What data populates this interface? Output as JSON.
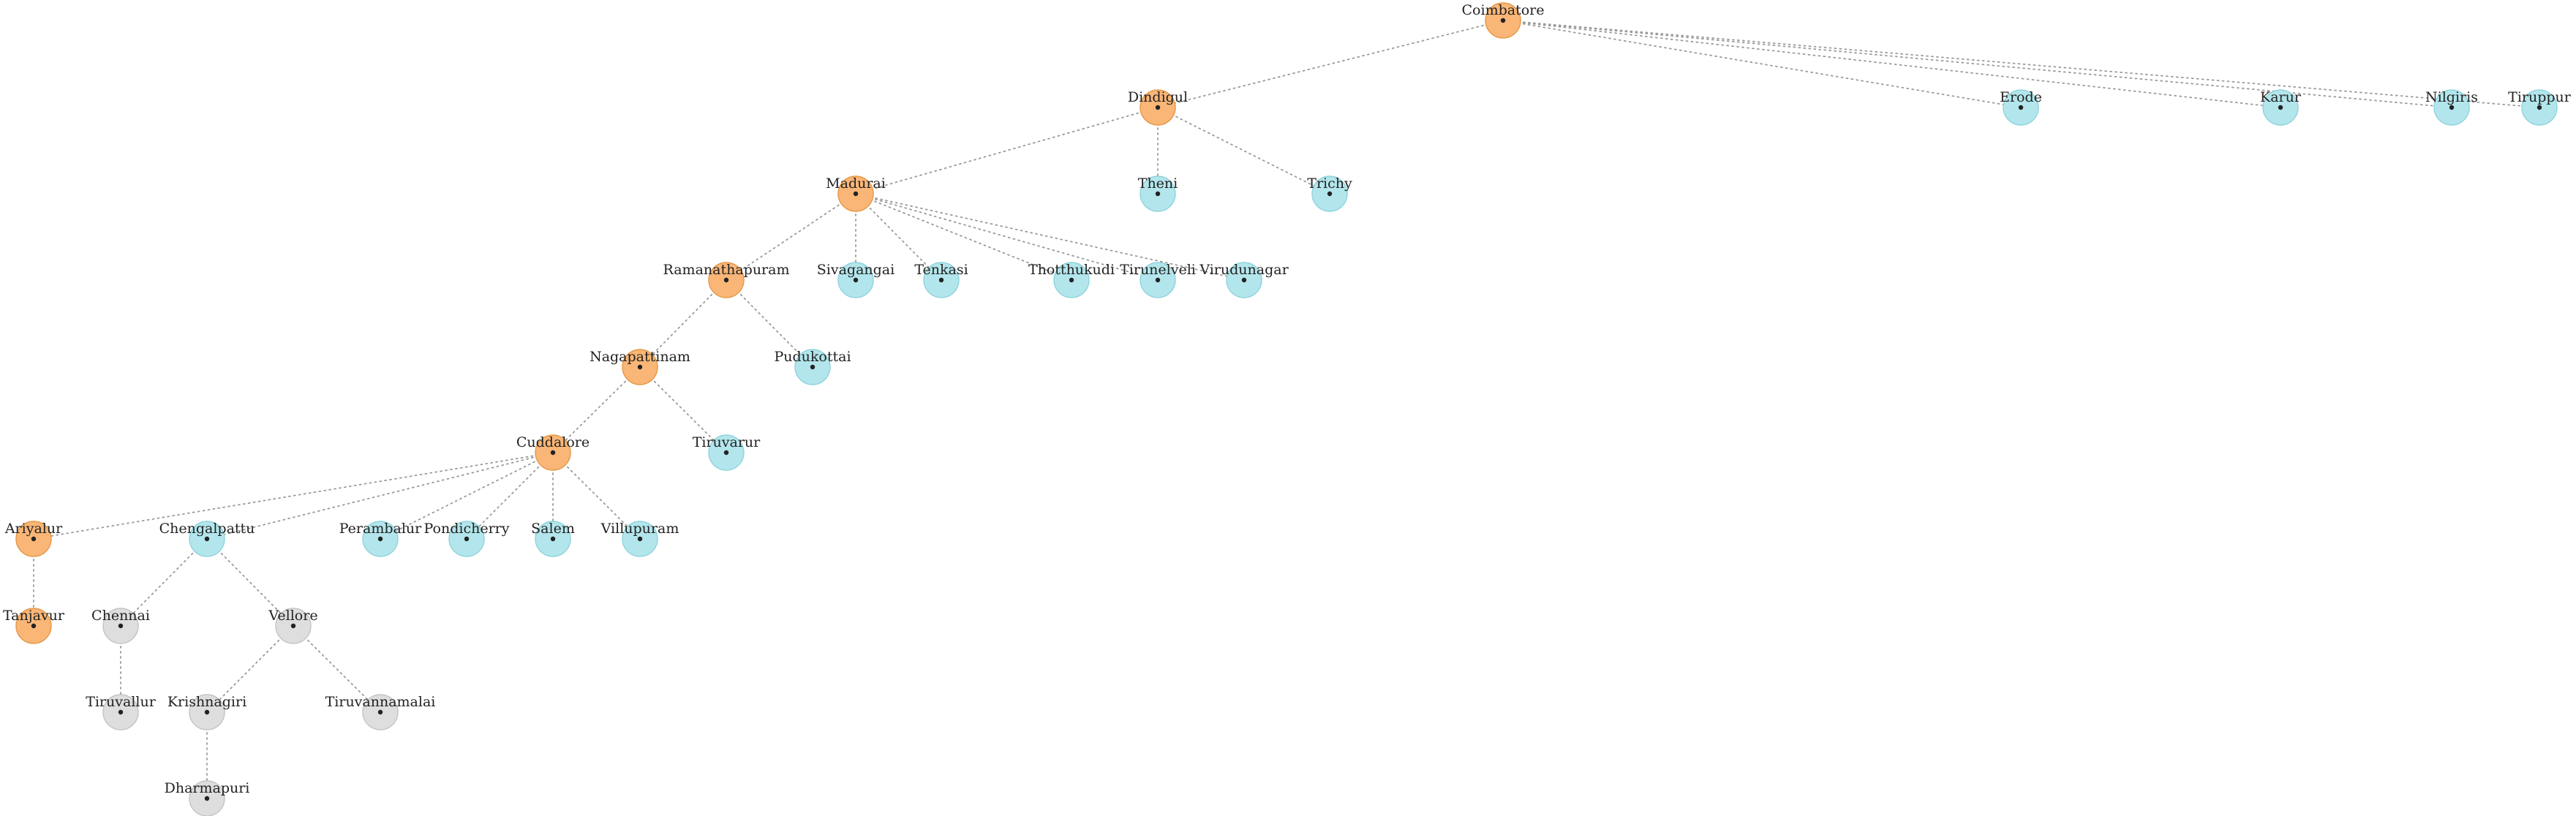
{
  "colors": {
    "path": {
      "fill": "#f9b677",
      "stroke": "#e59845"
    },
    "frontier": {
      "fill": "#b3e6ec",
      "stroke": "#8fd3dc"
    },
    "unvisited": {
      "fill": "#dedede",
      "stroke": "#c4c4c4"
    }
  },
  "nodes": [
    {
      "id": "coimbatore",
      "label": "Coimbatore",
      "state": "path"
    },
    {
      "id": "dindigul",
      "label": "Dindigul",
      "state": "path"
    },
    {
      "id": "erode",
      "label": "Erode",
      "state": "frontier"
    },
    {
      "id": "karur",
      "label": "Karur",
      "state": "frontier"
    },
    {
      "id": "nilgiris",
      "label": "Nilgiris",
      "state": "frontier"
    },
    {
      "id": "tiruppur",
      "label": "Tiruppur",
      "state": "frontier"
    },
    {
      "id": "madurai",
      "label": "Madurai",
      "state": "path"
    },
    {
      "id": "theni",
      "label": "Theni",
      "state": "frontier"
    },
    {
      "id": "trichy",
      "label": "Trichy",
      "state": "frontier"
    },
    {
      "id": "ramanathapuram",
      "label": "Ramanathapuram",
      "state": "path"
    },
    {
      "id": "sivagangai",
      "label": "Sivagangai",
      "state": "frontier"
    },
    {
      "id": "tenkasi",
      "label": "Tenkasi",
      "state": "frontier"
    },
    {
      "id": "thothukudi",
      "label": "Thotthukudi",
      "state": "frontier"
    },
    {
      "id": "tirunelveli",
      "label": "Tirunelveli",
      "state": "frontier"
    },
    {
      "id": "virudunagar",
      "label": "Virudunagar",
      "state": "frontier"
    },
    {
      "id": "nagapattinam",
      "label": "Nagapattinam",
      "state": "path"
    },
    {
      "id": "pudukottai",
      "label": "Pudukottai",
      "state": "frontier"
    },
    {
      "id": "cuddalore",
      "label": "Cuddalore",
      "state": "path"
    },
    {
      "id": "tiruvarur",
      "label": "Tiruvarur",
      "state": "frontier"
    },
    {
      "id": "ariyalur",
      "label": "Ariyalur",
      "state": "path"
    },
    {
      "id": "chengalpattu",
      "label": "Chengalpattu",
      "state": "frontier"
    },
    {
      "id": "perambalur",
      "label": "Perambalur",
      "state": "frontier"
    },
    {
      "id": "pondicherry",
      "label": "Pondicherry",
      "state": "frontier"
    },
    {
      "id": "salem",
      "label": "Salem",
      "state": "frontier"
    },
    {
      "id": "villupuram",
      "label": "Villupuram",
      "state": "frontier"
    },
    {
      "id": "tanjavur",
      "label": "Tanjavur",
      "state": "path"
    },
    {
      "id": "chennai",
      "label": "Chennai",
      "state": "unvisited"
    },
    {
      "id": "vellore",
      "label": "Vellore",
      "state": "unvisited"
    },
    {
      "id": "tiruvallur",
      "label": "Tiruvallur",
      "state": "unvisited"
    },
    {
      "id": "krishnagiri",
      "label": "Krishnagiri",
      "state": "unvisited"
    },
    {
      "id": "tiruvannamalai",
      "label": "Tiruvannamalai",
      "state": "unvisited"
    },
    {
      "id": "dharmapuri",
      "label": "Dharmapuri",
      "state": "unvisited"
    }
  ],
  "edges": [
    [
      "coimbatore",
      "dindigul"
    ],
    [
      "coimbatore",
      "erode"
    ],
    [
      "coimbatore",
      "karur"
    ],
    [
      "coimbatore",
      "nilgiris"
    ],
    [
      "coimbatore",
      "tiruppur"
    ],
    [
      "dindigul",
      "madurai"
    ],
    [
      "dindigul",
      "theni"
    ],
    [
      "dindigul",
      "trichy"
    ],
    [
      "madurai",
      "ramanathapuram"
    ],
    [
      "madurai",
      "sivagangai"
    ],
    [
      "madurai",
      "tenkasi"
    ],
    [
      "madurai",
      "thothukudi"
    ],
    [
      "madurai",
      "tirunelveli"
    ],
    [
      "madurai",
      "virudunagar"
    ],
    [
      "ramanathapuram",
      "nagapattinam"
    ],
    [
      "ramanathapuram",
      "pudukottai"
    ],
    [
      "nagapattinam",
      "cuddalore"
    ],
    [
      "nagapattinam",
      "tiruvarur"
    ],
    [
      "cuddalore",
      "ariyalur"
    ],
    [
      "cuddalore",
      "chengalpattu"
    ],
    [
      "cuddalore",
      "perambalur"
    ],
    [
      "cuddalore",
      "pondicherry"
    ],
    [
      "cuddalore",
      "salem"
    ],
    [
      "cuddalore",
      "villupuram"
    ],
    [
      "ariyalur",
      "tanjavur"
    ],
    [
      "chengalpattu",
      "chennai"
    ],
    [
      "chengalpattu",
      "vellore"
    ],
    [
      "chennai",
      "tiruvallur"
    ],
    [
      "vellore",
      "krishnagiri"
    ],
    [
      "vellore",
      "tiruvannamalai"
    ],
    [
      "krishnagiri",
      "dharmapuri"
    ]
  ]
}
